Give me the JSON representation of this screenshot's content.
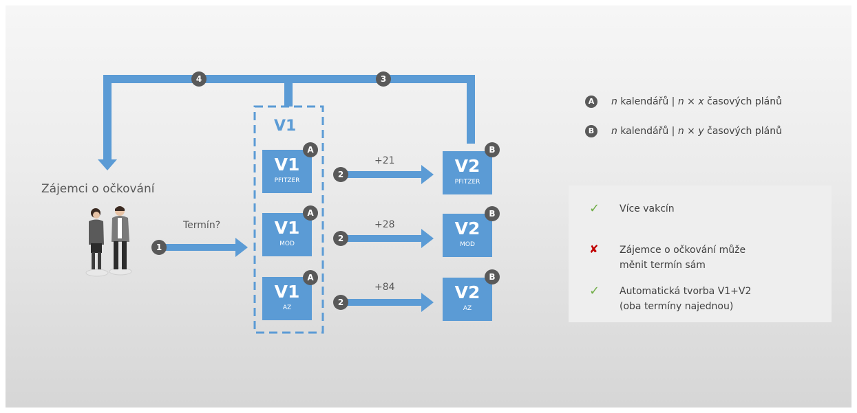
{
  "people_label": "Zájemci o očkování",
  "termin_question": "Termín?",
  "dose1_group_label": "V1",
  "steps": {
    "step1": "1",
    "step2": "2",
    "step3": "3",
    "step4": "4"
  },
  "dose1_boxes": [
    {
      "code": "V1",
      "vaccine": "PFITZER",
      "badge": "A"
    },
    {
      "code": "V1",
      "vaccine": "MOD",
      "badge": "A"
    },
    {
      "code": "V1",
      "vaccine": "AZ",
      "badge": "A"
    }
  ],
  "dose2_boxes": [
    {
      "code": "V2",
      "vaccine": "PFITZER",
      "badge": "B"
    },
    {
      "code": "V2",
      "vaccine": "MOD",
      "badge": "B"
    },
    {
      "code": "V2",
      "vaccine": "AZ",
      "badge": "B"
    }
  ],
  "intervals": [
    "+21",
    "+28",
    "+84"
  ],
  "legend": [
    {
      "badge": "A",
      "n": "n",
      "calendars": " kalendářů   | ",
      "n2": "n",
      "times": " × ",
      "var": "x",
      "plans": " časových plánů"
    },
    {
      "badge": "B",
      "n": "n",
      "calendars": " kalendářů   | ",
      "n2": "n",
      "times": " × ",
      "var": "y",
      "plans": " časových plánů"
    }
  ],
  "pros_cons": [
    {
      "status": "pro",
      "symbol": "✓",
      "text": "Více vakcín"
    },
    {
      "status": "con",
      "symbol": "✘",
      "text": "Zájemce o očkování může\nměnit termín sám"
    },
    {
      "status": "pro",
      "symbol": "✓",
      "text": "Automatická tvorba V1+V2\n(oba termíny najednou)"
    }
  ],
  "colors": {
    "arrow": "#5b9bd5",
    "badge": "#595959",
    "check": "#70ad47",
    "cross": "#c00000"
  }
}
